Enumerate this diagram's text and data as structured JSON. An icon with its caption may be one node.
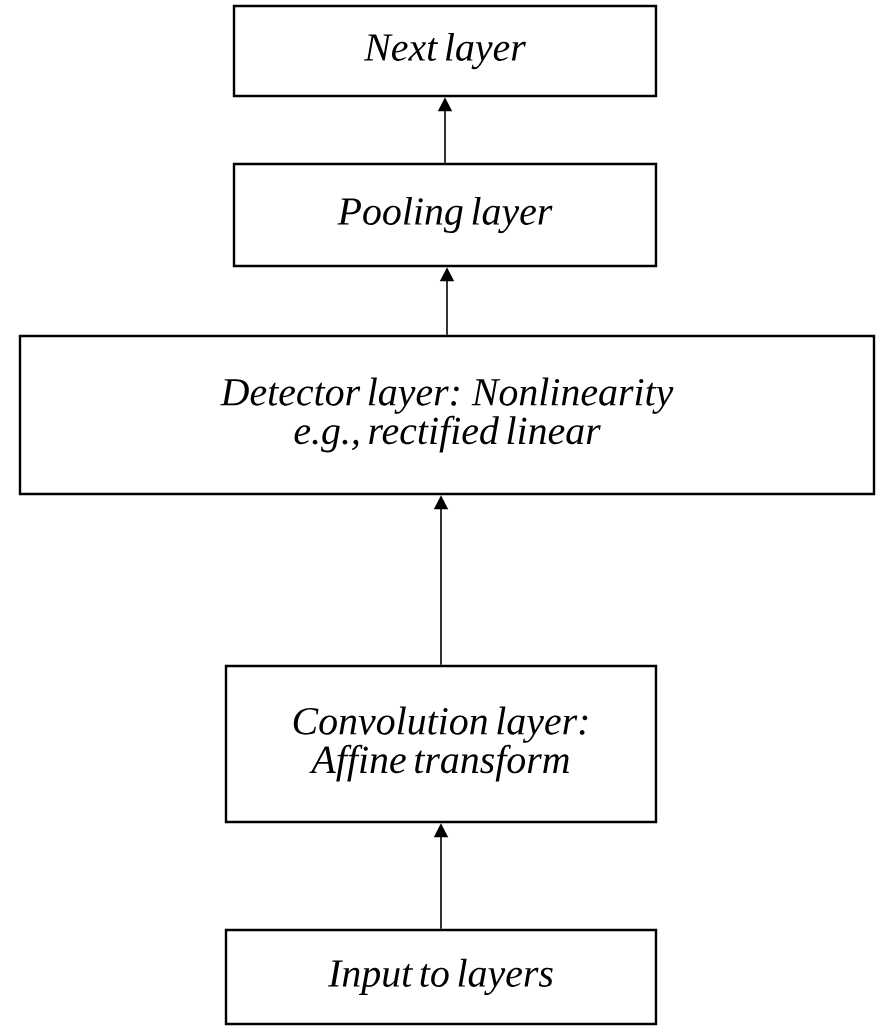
{
  "diagram": {
    "nodes": [
      {
        "text": [
          "Next layer"
        ]
      },
      {
        "text": [
          "Pooling layer"
        ]
      },
      {
        "text": [
          "Detector layer: Nonlinearity e.g., rectified linear"
        ]
      },
      {
        "text": [
          "Convolution layer: Affine transform"
        ]
      },
      {
        "text": [
          "Input to layers"
        ]
      }
    ],
    "edges": [
      {
        "from": 4,
        "to": 3,
        "arrow": "to"
      },
      {
        "from": 3,
        "to": 2,
        "arrow": "to"
      },
      {
        "from": 2,
        "to": 1,
        "arrow": "to"
      },
      {
        "from": 1,
        "to": 0,
        "arrow": "to"
      }
    ]
  }
}
